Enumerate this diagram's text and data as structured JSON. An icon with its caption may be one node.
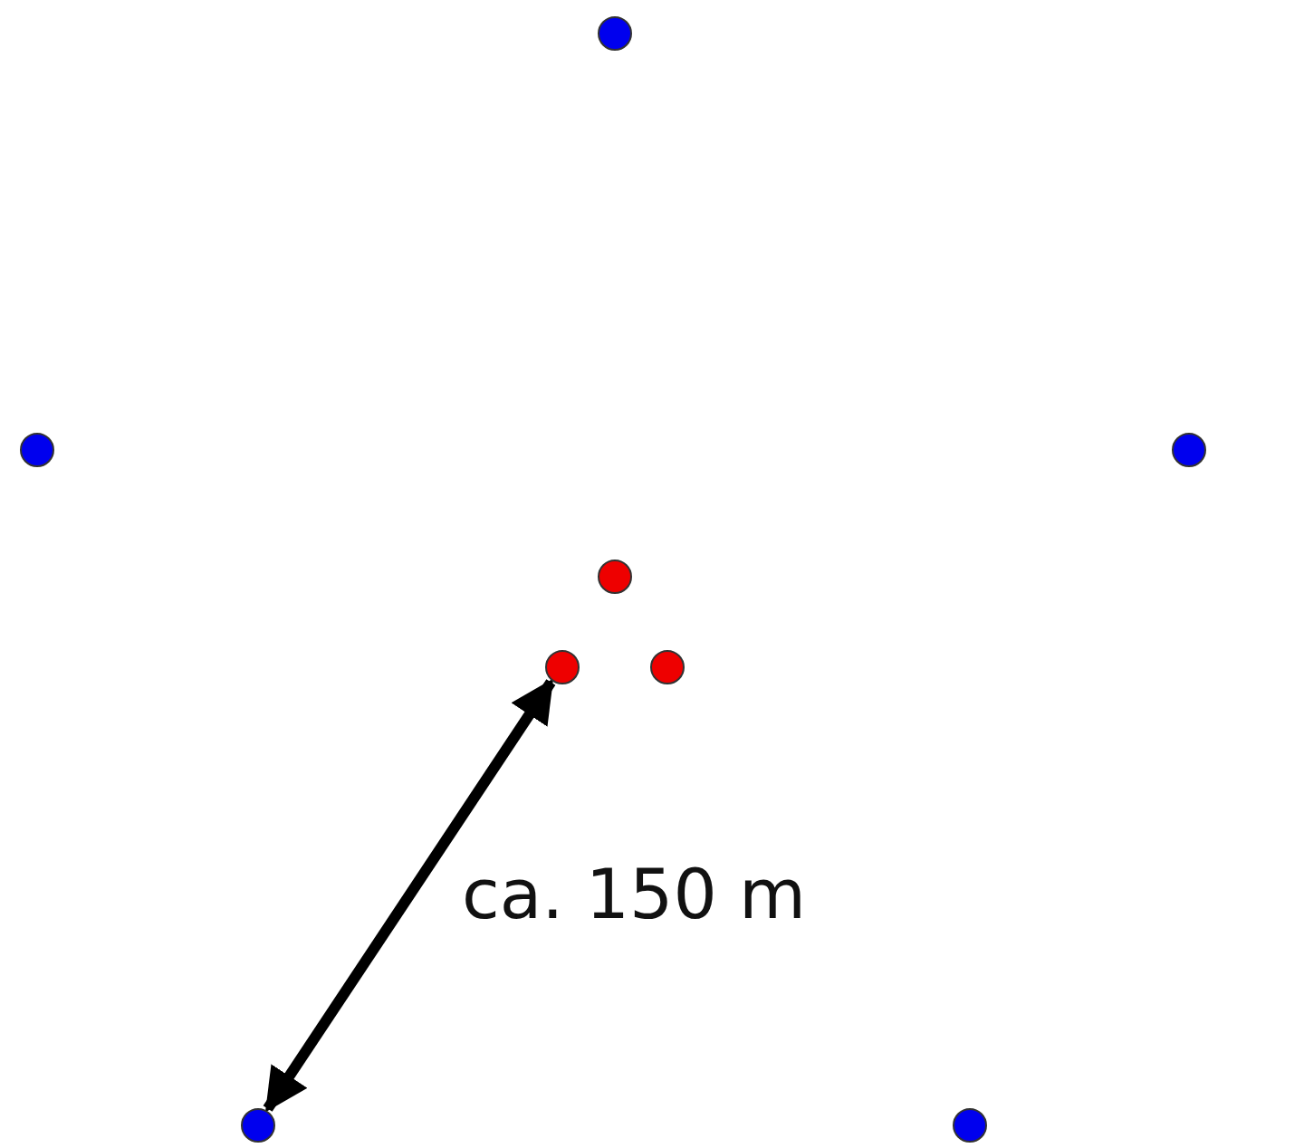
{
  "diagram": {
    "nodes": [
      {
        "text": [],
        "shape": "circle"
      },
      {
        "text": [],
        "shape": "circle"
      },
      {
        "text": [],
        "shape": "circle"
      },
      {
        "text": [],
        "shape": "circle"
      },
      {
        "text": [],
        "shape": "circle"
      },
      {
        "text": [],
        "shape": "circle"
      },
      {
        "text": [],
        "shape": "circle"
      },
      {
        "text": [],
        "shape": "circle"
      }
    ],
    "edges": [
      {
        "from": 4,
        "to": 6,
        "arrow": "both",
        "label": "ca. 150 m"
      }
    ]
  }
}
